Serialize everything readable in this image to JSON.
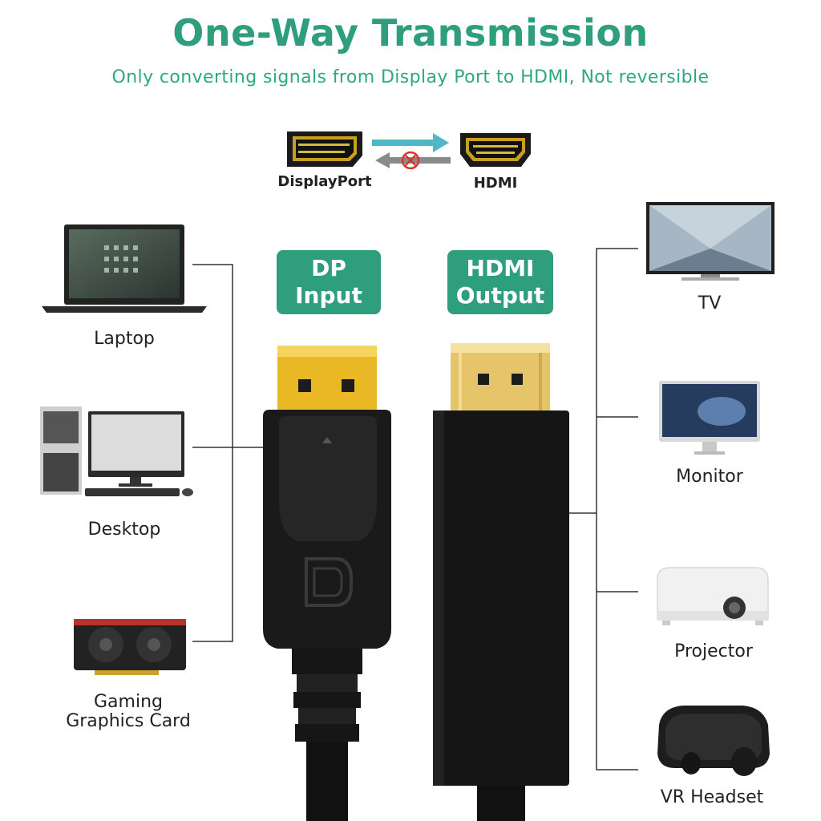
{
  "header": {
    "title": "One-Way Transmission",
    "subtitle": "Only converting signals from Display Port to HDMI, Not reversible"
  },
  "legend": {
    "left_port": "DisplayPort",
    "right_port": "HDMI"
  },
  "badges": {
    "dp_line1": "DP",
    "dp_line2": "Input",
    "hdmi_line1": "HDMI",
    "hdmi_line2": "Output"
  },
  "sources": [
    {
      "label": "Laptop"
    },
    {
      "label": "Desktop"
    },
    {
      "label_line1": "Gaming",
      "label_line2": "Graphics Card"
    }
  ],
  "displays": [
    {
      "label": "TV"
    },
    {
      "label": "Monitor"
    },
    {
      "label": "Projector"
    },
    {
      "label": "VR Headset"
    }
  ],
  "colors": {
    "accent": "#2e9e7c",
    "accent_text": "#2fa882",
    "arrow": "#4fb8c7",
    "cross": "#d9342b",
    "cable": "#151515",
    "gold": "#e9b824"
  },
  "icons": [
    "laptop-icon",
    "desktop-icon",
    "graphics-card-icon",
    "tv-icon",
    "monitor-icon",
    "projector-icon",
    "vr-headset-icon",
    "displayport-connector-icon",
    "hdmi-connector-icon"
  ]
}
